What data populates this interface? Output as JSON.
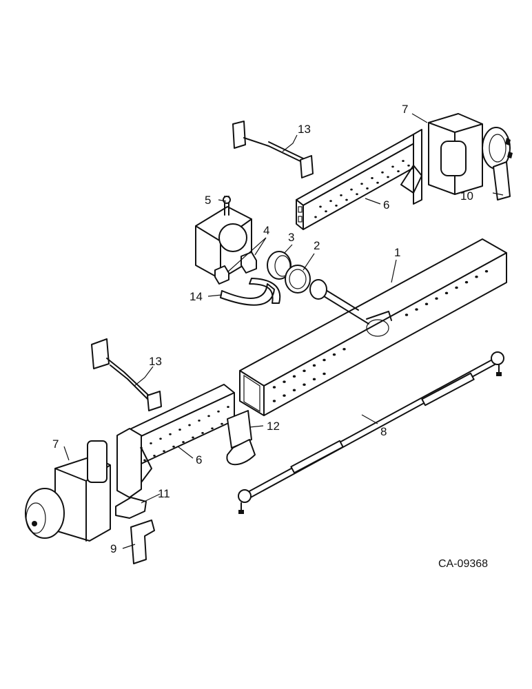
{
  "callouts": [
    {
      "id": "1",
      "text": "1"
    },
    {
      "id": "2",
      "text": "2"
    },
    {
      "id": "3",
      "text": "3"
    },
    {
      "id": "4",
      "text": "4"
    },
    {
      "id": "5",
      "text": "5"
    },
    {
      "id": "6a",
      "text": "6"
    },
    {
      "id": "6b",
      "text": "6"
    },
    {
      "id": "7a",
      "text": "7"
    },
    {
      "id": "7b",
      "text": "7"
    },
    {
      "id": "8",
      "text": "8"
    },
    {
      "id": "9",
      "text": "9"
    },
    {
      "id": "10",
      "text": "10"
    },
    {
      "id": "11",
      "text": "11"
    },
    {
      "id": "12",
      "text": "12"
    },
    {
      "id": "13a",
      "text": "13"
    },
    {
      "id": "13b",
      "text": "13"
    },
    {
      "id": "14",
      "text": "14"
    }
  ],
  "reference_code": "CA-09368",
  "line_color": "#111111",
  "background_color": "#ffffff"
}
